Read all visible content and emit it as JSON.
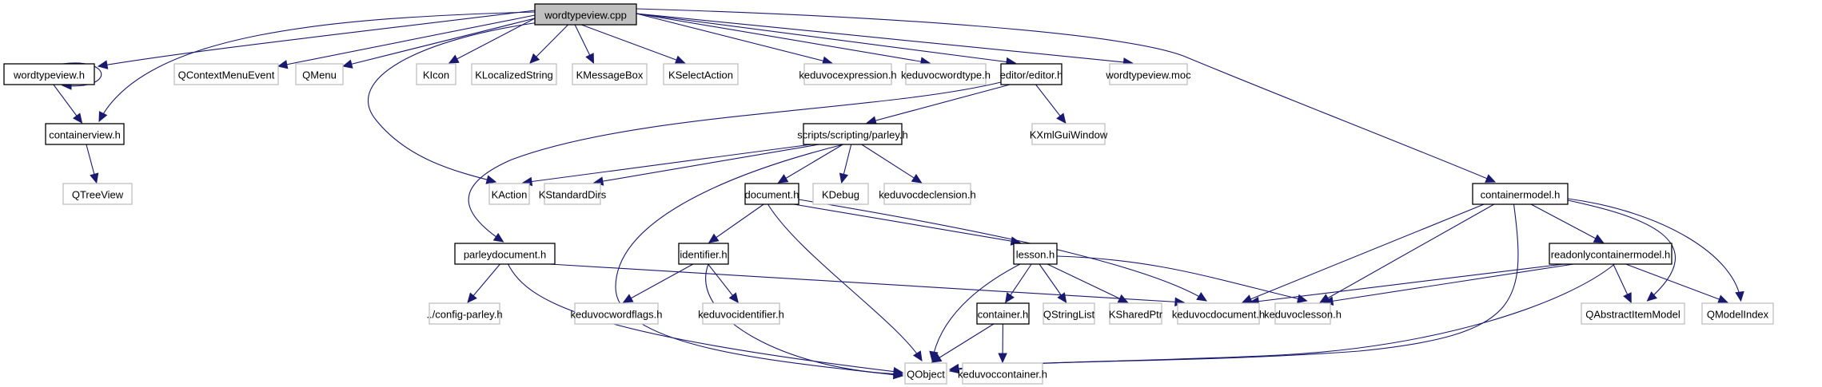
{
  "diagram": {
    "type": "include-dependency-graph",
    "colors": {
      "edge": "#191970",
      "project_border": "#000000",
      "external_border": "#bfbfbf",
      "root_fill": "#bfbfbf"
    },
    "nodes": [
      {
        "id": "wordtypeview_cpp",
        "label": "wordtypeview.cpp",
        "kind": "root"
      },
      {
        "id": "wordtypeview_h",
        "label": "wordtypeview.h",
        "kind": "project"
      },
      {
        "id": "QContextMenuEvent",
        "label": "QContextMenuEvent",
        "kind": "external"
      },
      {
        "id": "QMenu",
        "label": "QMenu",
        "kind": "external"
      },
      {
        "id": "KIcon",
        "label": "KIcon",
        "kind": "external"
      },
      {
        "id": "KLocalizedString",
        "label": "KLocalizedString",
        "kind": "external"
      },
      {
        "id": "KMessageBox",
        "label": "KMessageBox",
        "kind": "external"
      },
      {
        "id": "KSelectAction",
        "label": "KSelectAction",
        "kind": "external"
      },
      {
        "id": "keduvocexpression_h",
        "label": "keduvocexpression.h",
        "kind": "external"
      },
      {
        "id": "keduvocwordtype_h",
        "label": "keduvocwordtype.h",
        "kind": "external"
      },
      {
        "id": "editor_h",
        "label": "editor/editor.h",
        "kind": "project"
      },
      {
        "id": "wordtypeview_moc",
        "label": "wordtypeview.moc",
        "kind": "external"
      },
      {
        "id": "containerview_h",
        "label": "containerview.h",
        "kind": "project"
      },
      {
        "id": "parley_h",
        "label": "scripts/scripting/parley.h",
        "kind": "project"
      },
      {
        "id": "KXmlGuiWindow",
        "label": "KXmlGuiWindow",
        "kind": "external"
      },
      {
        "id": "QTreeView",
        "label": "QTreeView",
        "kind": "external"
      },
      {
        "id": "KAction",
        "label": "KAction",
        "kind": "external"
      },
      {
        "id": "KStandardDirs",
        "label": "KStandardDirs",
        "kind": "external"
      },
      {
        "id": "document_h",
        "label": "document.h",
        "kind": "project"
      },
      {
        "id": "KDebug",
        "label": "KDebug",
        "kind": "external"
      },
      {
        "id": "keduvocdeclension_h",
        "label": "keduvocdeclension.h",
        "kind": "external"
      },
      {
        "id": "containermodel_h",
        "label": "containermodel.h",
        "kind": "project"
      },
      {
        "id": "parleydocument_h",
        "label": "parleydocument.h",
        "kind": "project"
      },
      {
        "id": "identifier_h",
        "label": "identifier.h",
        "kind": "project"
      },
      {
        "id": "lesson_h",
        "label": "lesson.h",
        "kind": "project"
      },
      {
        "id": "readonlycontainermodel_h",
        "label": "readonlycontainermodel.h",
        "kind": "project"
      },
      {
        "id": "config_parley_h",
        "label": "../config-parley.h",
        "kind": "external"
      },
      {
        "id": "keduvocwordflags_h",
        "label": "keduvocwordflags.h",
        "kind": "external"
      },
      {
        "id": "keduvocidentifier_h",
        "label": "keduvocidentifier.h",
        "kind": "external"
      },
      {
        "id": "container_h",
        "label": "container.h",
        "kind": "project"
      },
      {
        "id": "QStringList",
        "label": "QStringList",
        "kind": "external"
      },
      {
        "id": "KSharedPtr",
        "label": "KSharedPtr",
        "kind": "external"
      },
      {
        "id": "keduvocdocument_h",
        "label": "keduvocdocument.h",
        "kind": "external"
      },
      {
        "id": "keduvoclesson_h",
        "label": "keduvoclesson.h",
        "kind": "external"
      },
      {
        "id": "QAbstractItemModel",
        "label": "QAbstractItemModel",
        "kind": "external"
      },
      {
        "id": "QModelIndex",
        "label": "QModelIndex",
        "kind": "external"
      },
      {
        "id": "QObject",
        "label": "QObject",
        "kind": "external"
      },
      {
        "id": "keduvoccontainer_h",
        "label": "keduvoccontainer.h",
        "kind": "external"
      }
    ],
    "edges": [
      [
        "wordtypeview_cpp",
        "wordtypeview_h"
      ],
      [
        "wordtypeview_cpp",
        "QContextMenuEvent"
      ],
      [
        "wordtypeview_cpp",
        "QMenu"
      ],
      [
        "wordtypeview_cpp",
        "KIcon"
      ],
      [
        "wordtypeview_cpp",
        "KLocalizedString"
      ],
      [
        "wordtypeview_cpp",
        "KMessageBox"
      ],
      [
        "wordtypeview_cpp",
        "KSelectAction"
      ],
      [
        "wordtypeview_cpp",
        "keduvocexpression_h"
      ],
      [
        "wordtypeview_cpp",
        "keduvocwordtype_h"
      ],
      [
        "wordtypeview_cpp",
        "editor_h"
      ],
      [
        "wordtypeview_cpp",
        "wordtypeview_moc"
      ],
      [
        "wordtypeview_cpp",
        "containerview_h"
      ],
      [
        "wordtypeview_cpp",
        "KAction"
      ],
      [
        "wordtypeview_cpp",
        "containermodel_h"
      ],
      [
        "wordtypeview_h",
        "wordtypeview_h"
      ],
      [
        "wordtypeview_h",
        "containerview_h"
      ],
      [
        "containerview_h",
        "QTreeView"
      ],
      [
        "editor_h",
        "parley_h"
      ],
      [
        "editor_h",
        "KXmlGuiWindow"
      ],
      [
        "editor_h",
        "parleydocument_h"
      ],
      [
        "parley_h",
        "KAction"
      ],
      [
        "parley_h",
        "KStandardDirs"
      ],
      [
        "parley_h",
        "document_h"
      ],
      [
        "parley_h",
        "KDebug"
      ],
      [
        "parley_h",
        "keduvocdeclension_h"
      ],
      [
        "parley_h",
        "QObject"
      ],
      [
        "document_h",
        "identifier_h"
      ],
      [
        "document_h",
        "lesson_h"
      ],
      [
        "document_h",
        "keduvocdocument_h"
      ],
      [
        "document_h",
        "QObject"
      ],
      [
        "parleydocument_h",
        "config_parley_h"
      ],
      [
        "parleydocument_h",
        "keduvocdocument_h"
      ],
      [
        "parleydocument_h",
        "QObject"
      ],
      [
        "identifier_h",
        "keduvocwordflags_h"
      ],
      [
        "identifier_h",
        "keduvocidentifier_h"
      ],
      [
        "identifier_h",
        "QObject"
      ],
      [
        "lesson_h",
        "container_h"
      ],
      [
        "lesson_h",
        "QStringList"
      ],
      [
        "lesson_h",
        "KSharedPtr"
      ],
      [
        "lesson_h",
        "keduvoclesson_h"
      ],
      [
        "lesson_h",
        "QObject"
      ],
      [
        "container_h",
        "QObject"
      ],
      [
        "container_h",
        "keduvoccontainer_h"
      ],
      [
        "containermodel_h",
        "keduvocdocument_h"
      ],
      [
        "containermodel_h",
        "keduvoclesson_h"
      ],
      [
        "containermodel_h",
        "QObject"
      ],
      [
        "containermodel_h",
        "readonlycontainermodel_h"
      ],
      [
        "containermodel_h",
        "QAbstractItemModel"
      ],
      [
        "containermodel_h",
        "QModelIndex"
      ],
      [
        "readonlycontainermodel_h",
        "keduvocdocument_h"
      ],
      [
        "readonlycontainermodel_h",
        "keduvoclesson_h"
      ],
      [
        "readonlycontainermodel_h",
        "QObject"
      ],
      [
        "readonlycontainermodel_h",
        "QAbstractItemModel"
      ],
      [
        "readonlycontainermodel_h",
        "QModelIndex"
      ]
    ]
  }
}
